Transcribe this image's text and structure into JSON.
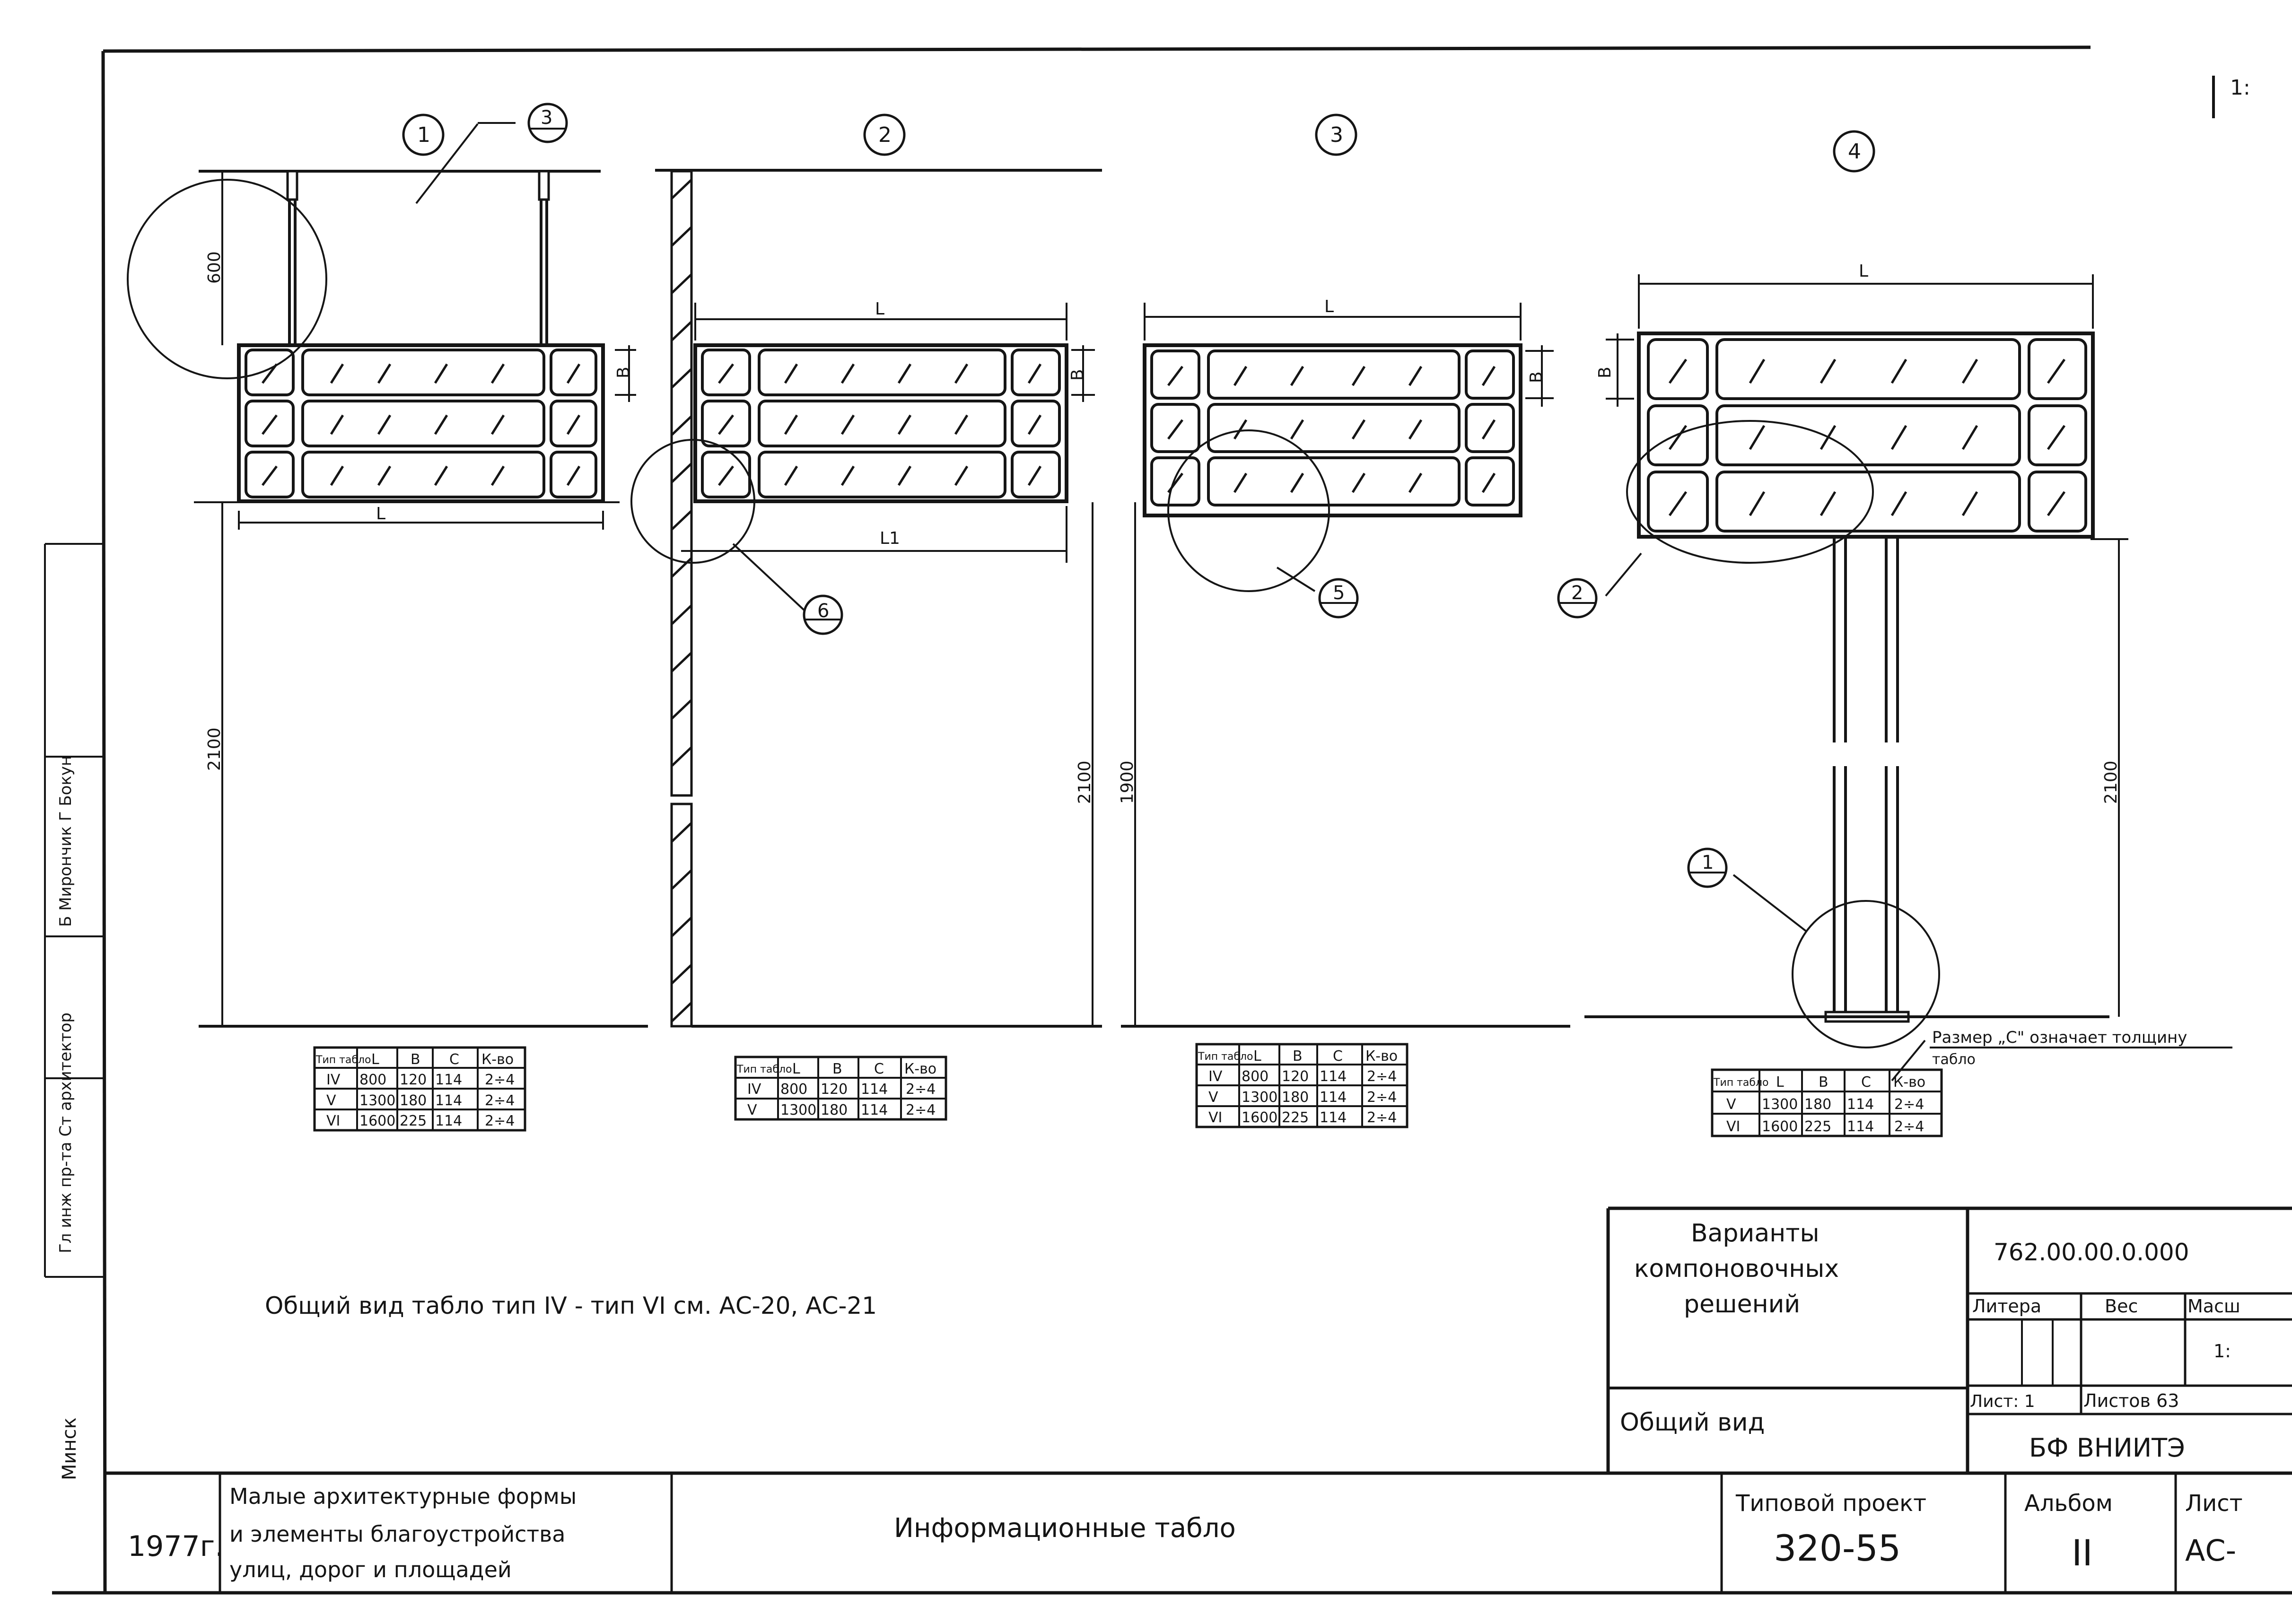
{
  "drawing": {
    "sheet_mark": "1:",
    "views": [
      {
        "id": "1",
        "leader_tag": "3",
        "height_label": "2100",
        "hanger_label": "600",
        "width_label": "L",
        "row_label": "B"
      },
      {
        "id": "2",
        "leader_tag": "6",
        "height_label": "2100",
        "width_label": "L",
        "width2_label": "L1",
        "row_label": "B"
      },
      {
        "id": "3",
        "leader_tag": "5",
        "height_label": "1900",
        "width_label": "L",
        "row_label": "B"
      },
      {
        "id": "4",
        "leader_tag": "2",
        "leader_tag2": "1",
        "height_label": "2100",
        "width_label": "L",
        "row_label": "B"
      }
    ],
    "tables": [
      {
        "headers": [
          "Тип табло",
          "L",
          "B",
          "C",
          "К-во"
        ],
        "rows": [
          [
            "IV",
            "800",
            "120",
            "114",
            "2÷4"
          ],
          [
            "V",
            "1300",
            "180",
            "114",
            "2÷4"
          ],
          [
            "VI",
            "1600",
            "225",
            "114",
            "2÷4"
          ]
        ]
      },
      {
        "headers": [
          "Тип табло",
          "L",
          "B",
          "C",
          "К-во"
        ],
        "rows": [
          [
            "IV",
            "800",
            "120",
            "114",
            "2÷4"
          ],
          [
            "V",
            "1300",
            "180",
            "114",
            "2÷4"
          ]
        ]
      },
      {
        "headers": [
          "Тип табло",
          "L",
          "B",
          "C",
          "К-во"
        ],
        "rows": [
          [
            "IV",
            "800",
            "120",
            "114",
            "2÷4"
          ],
          [
            "V",
            "1300",
            "180",
            "114",
            "2÷4"
          ],
          [
            "VI",
            "1600",
            "225",
            "114",
            "2÷4"
          ]
        ]
      },
      {
        "headers": [
          "Тип табло",
          "L",
          "B",
          "C",
          "К-во"
        ],
        "rows": [
          [
            "V",
            "1300",
            "180",
            "114",
            "2÷4"
          ],
          [
            "VI",
            "1600",
            "225",
            "114",
            "2÷4"
          ]
        ]
      }
    ],
    "note_c": "Размер „С\" означает толщину",
    "note_c2": "табло",
    "general_note": "Общий вид табло тип IV - тип VI см. АС-20, АС-21"
  },
  "left_strip": {
    "names": "Б Мирончик Г Бокун",
    "roles": "Гл инж пр-та Ст архитектор",
    "city": "Минск"
  },
  "title_block": {
    "title": "Варианты компоновочных решений",
    "subtitle": "Общий вид",
    "doc_code": "762.00.00.0.000",
    "litera_label": "Литера",
    "ves_label": "Вес",
    "masshtab_label": "Масш",
    "masshtab_value": "1:",
    "list_label": "Лист: 1",
    "listov_label": "Листов 63",
    "org": "БФ ВНИИТЭ"
  },
  "bottom_strip": {
    "year": "1977г.",
    "series_line1": "Малые архитектурные формы",
    "series_line2": "и элементы благоустройства",
    "series_line3": "улиц, дорог и площадей",
    "name": "Информационные табло",
    "project_label": "Типовой проект",
    "project_no": "320-55",
    "album_label": "Альбом",
    "album_no": "II",
    "sheet_label": "Лист",
    "sheet_no": "АС-"
  }
}
